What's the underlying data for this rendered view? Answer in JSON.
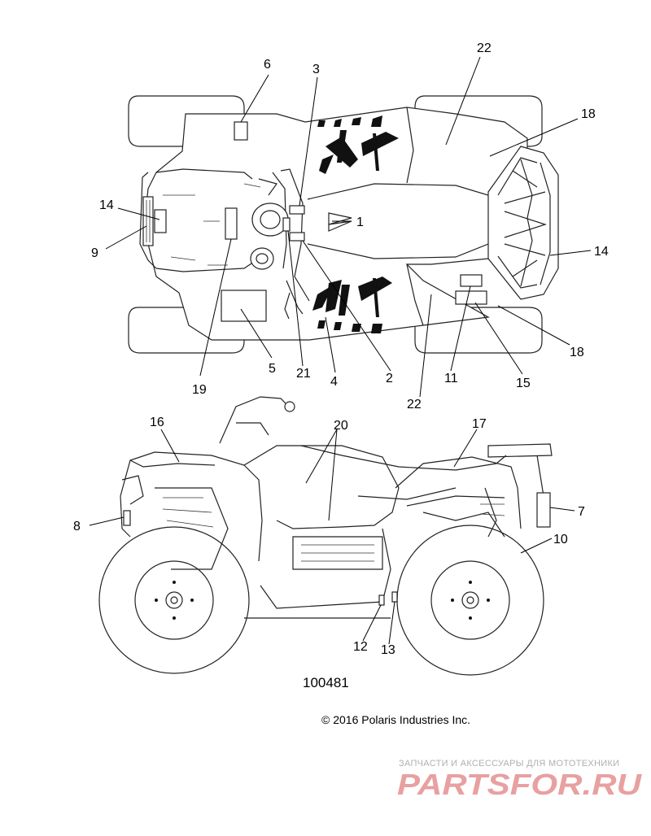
{
  "diagram": {
    "callouts": {
      "c1": "1",
      "c2": "2",
      "c3": "3",
      "c4": "4",
      "c5": "5",
      "c6": "6",
      "c7": "7",
      "c8": "8",
      "c9": "9",
      "c10": "10",
      "c11": "11",
      "c12": "12",
      "c13": "13",
      "c14a": "14",
      "c14b": "14",
      "c15": "15",
      "c16": "16",
      "c17": "17",
      "c18a": "18",
      "c18b": "18",
      "c19": "19",
      "c20": "20",
      "c21": "21",
      "c22a": "22",
      "c22b": "22"
    }
  },
  "footer": {
    "figure_number": "100481",
    "copyright": "© 2016 Polaris Industries Inc."
  },
  "watermark": {
    "tagline": "ЗАПЧАСТИ И АКСЕССУАРЫ ДЛЯ МОТОТЕХНИКИ",
    "logo_text": "PARTSFOR.RU",
    "colors": {
      "logo": "#e8a0a0",
      "tagline": "#b0b0b0"
    }
  }
}
